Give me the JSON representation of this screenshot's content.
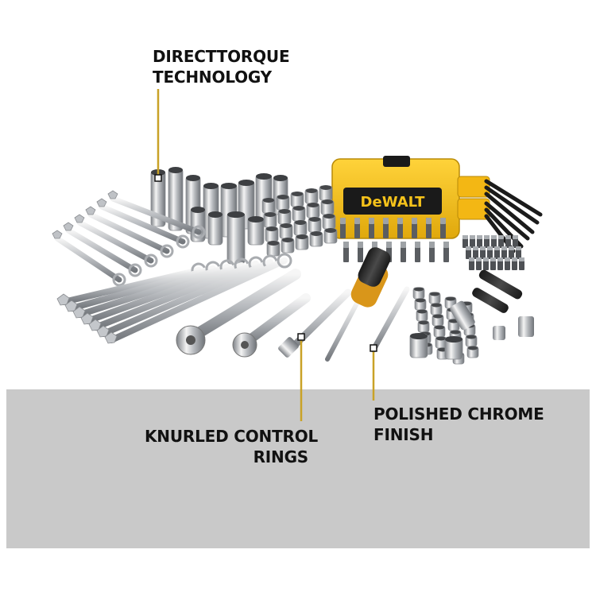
{
  "brand": {
    "logo_text": "DeWALT",
    "accent_color": "#f5c21a",
    "logo_bg": "#111111"
  },
  "callouts": {
    "directtorque": {
      "line1": "DIRECTTORQUE",
      "line2": "TECHNOLOGY"
    },
    "knurled": {
      "line1": "KNURLED CONTROL",
      "line2": "RINGS"
    },
    "chrome": {
      "line1": "POLISHED CHROME",
      "line2": "FINISH"
    }
  },
  "colors": {
    "chrome_light": "#f2f2f2",
    "chrome_mid": "#b9bcc0",
    "chrome_dark": "#6f7378",
    "band": "#c9c9c9",
    "leader": "#c9a227"
  }
}
